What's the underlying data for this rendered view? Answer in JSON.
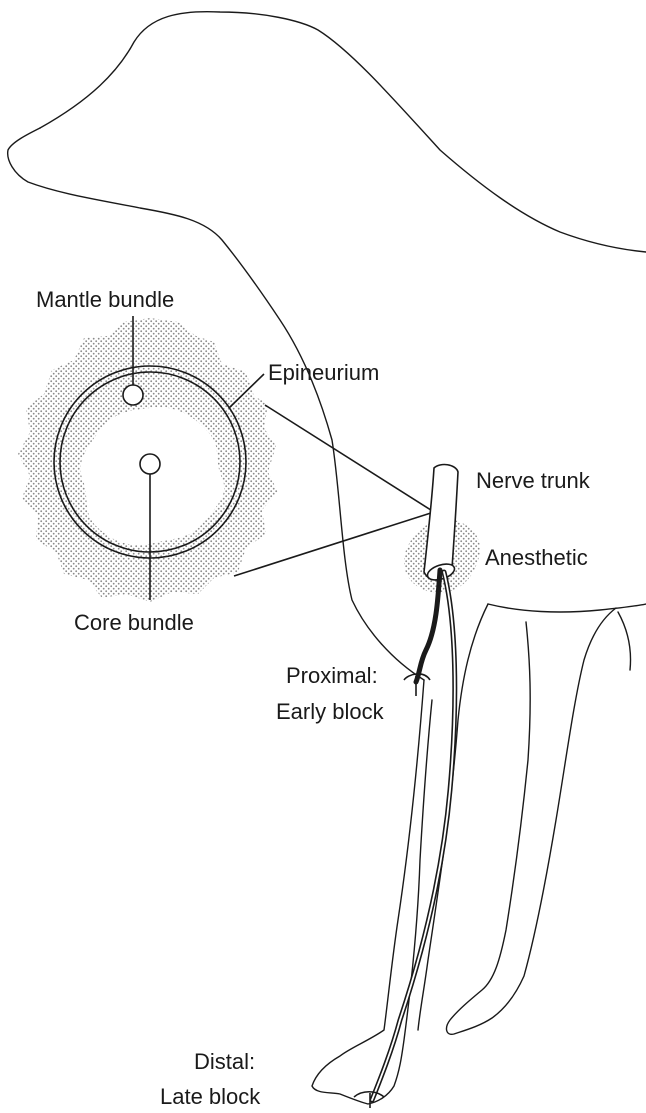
{
  "labels": {
    "mantle_bundle": "Mantle bundle",
    "epineurium": "Epineurium",
    "core_bundle": "Core bundle",
    "nerve_trunk": "Nerve trunk",
    "anesthetic": "Anesthetic",
    "proximal_line1": "Proximal:",
    "proximal_line2": "Early block",
    "distal_line1": "Distal:",
    "distal_line2": "Late block"
  },
  "colors": {
    "line": "#1a1a1a",
    "stipple": "#8a8a8a",
    "background": "#ffffff"
  }
}
